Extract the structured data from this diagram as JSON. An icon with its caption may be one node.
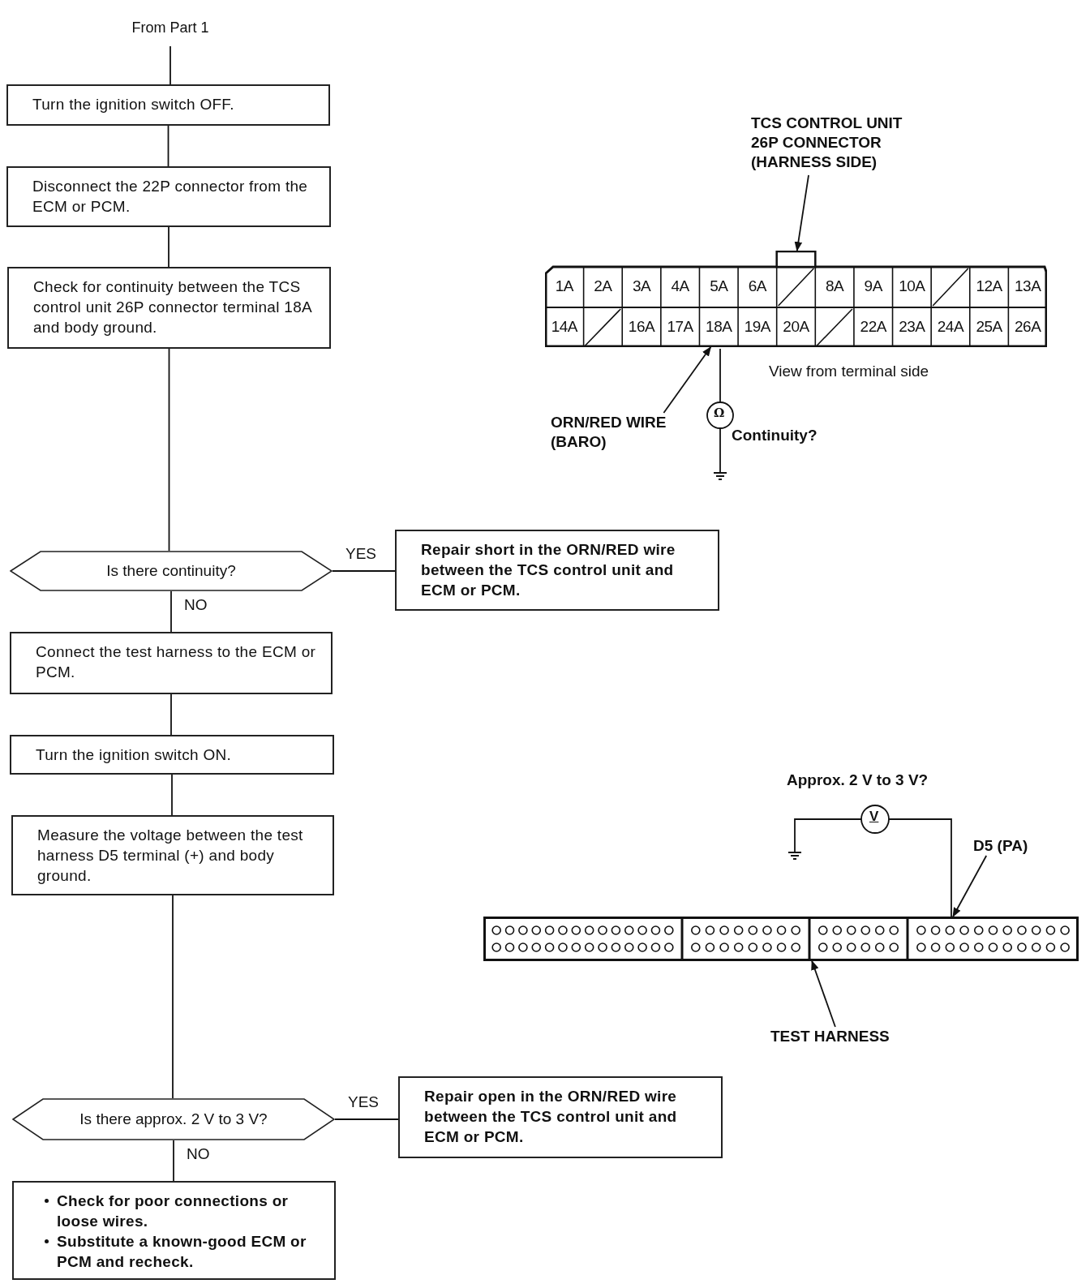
{
  "diagram": {
    "nodes": [
      {
        "text": [
          "From Part 1"
        ]
      },
      {
        "text": [
          "Turn the ignition switch OFF."
        ]
      },
      {
        "text": [
          "Disconnect the 22P connector from the ECM or PCM."
        ]
      },
      {
        "text": [
          "Check for continuity between the TCS control unit 26P connector terminal 18A and body ground."
        ]
      },
      {
        "text": [
          "Is there continuity?"
        ]
      },
      {
        "text": [
          "Repair short in the ORN/RED wire between the TCS control unit and ECM or PCM."
        ]
      },
      {
        "text": [
          "Connect the test harness to the ECM or PCM."
        ]
      },
      {
        "text": [
          "Turn the ignition switch ON."
        ]
      },
      {
        "text": [
          "Measure the voltage between the test harness D5 terminal (+) and body ground."
        ]
      },
      {
        "text": [
          "Is there approx. 2 V to 3 V?"
        ]
      },
      {
        "text": [
          "Repair open in the ORN/RED wire between the TCS control unit and ECM or PCM."
        ]
      },
      {
        "text": [
          "Check for poor connections or loose wires.",
          "Substitute a known-good ECM or PCM and recheck."
        ]
      },
      {
        "text": [
          "TCS CONTROL UNIT 26P CONNECTOR (HARNESS SIDE)"
        ]
      },
      {
        "text": [],
        "shape": "box"
      },
      {
        "text": [
          "ORN/RED WIRE (BARO)"
        ]
      },
      {
        "text": [
          "D5 (PA)"
        ]
      },
      {
        "text": [],
        "shape": "box"
      },
      {
        "text": [
          "TEST HARNESS"
        ]
      }
    ],
    "edges": [
      {
        "from": 0,
        "to": 1,
        "arrow": "none"
      },
      {
        "from": 1,
        "to": 2,
        "arrow": "none"
      },
      {
        "from": 2,
        "to": 3,
        "arrow": "none"
      },
      {
        "from": 3,
        "to": 4,
        "arrow": "none"
      },
      {
        "from": 4,
        "to": 5,
        "arrow": "none",
        "label": "YES"
      },
      {
        "from": 4,
        "to": 6,
        "arrow": "none",
        "label": "NO"
      },
      {
        "from": 6,
        "to": 7,
        "arrow": "none"
      },
      {
        "from": 7,
        "to": 8,
        "arrow": "none"
      },
      {
        "from": 8,
        "to": 9,
        "arrow": "none"
      },
      {
        "from": 9,
        "to": 10,
        "arrow": "none",
        "label": "YES"
      },
      {
        "from": 9,
        "to": 11,
        "arrow": "none",
        "label": "NO"
      },
      {
        "from": 12,
        "to": 13,
        "arrow": "to"
      },
      {
        "from": 14,
        "to": 13,
        "arrow": "to"
      },
      {
        "from": 15,
        "to": 16,
        "arrow": "to"
      },
      {
        "from": 17,
        "to": 16,
        "arrow": "to"
      }
    ],
    "labels": [
      "1A",
      "2A",
      "3A",
      "4A",
      "5A",
      "6A",
      "8A",
      "9A",
      "10A",
      "12A",
      "13A",
      "14A",
      "16A",
      "17A",
      "18A",
      "19A",
      "20A",
      "22A",
      "23A",
      "24A",
      "25A",
      "26A",
      "View from terminal side",
      "Ω",
      "Continuity?",
      "Approx. 2 V to 3 V?",
      "V"
    ]
  }
}
